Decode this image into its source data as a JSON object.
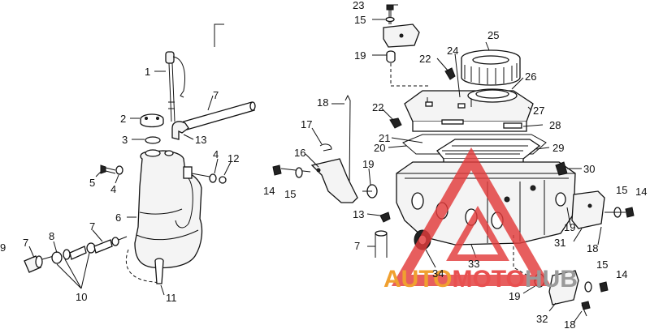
{
  "callouts": {
    "c1": "1",
    "c2": "2",
    "c3": "3",
    "c4a": "4",
    "c4b": "4",
    "c5": "5",
    "c6": "6",
    "c7a": "7",
    "c7b": "7",
    "c7c": "7",
    "c7d": "7",
    "c8": "8",
    "c9": "9",
    "c10": "10",
    "c11": "11",
    "c12": "12",
    "c13a": "13",
    "c13b": "13",
    "c14a": "14",
    "c14b": "14",
    "c14c": "14",
    "c15a": "15",
    "c15b": "15",
    "c15c": "15",
    "c15d": "15",
    "c16": "16",
    "c17": "17",
    "c18a": "18",
    "c18b": "18",
    "c18c": "18",
    "c19a": "19",
    "c19b": "19",
    "c19c": "19",
    "c19d": "19",
    "c20": "20",
    "c21": "21",
    "c22a": "22",
    "c22b": "22",
    "c23": "23",
    "c24": "24",
    "c25": "25",
    "c26": "26",
    "c27": "27",
    "c28": "28",
    "c29": "29",
    "c30": "30",
    "c31": "31",
    "c32": "32",
    "c33": "33",
    "c34": "34"
  },
  "watermark": {
    "part_auto": "AUTO",
    "part_moto": "MOTO",
    "part_hub": "HUB",
    "color_auto": "#f0a030",
    "color_moto": "#e85050",
    "color_hub": "#9a9a9a",
    "logo_color": "#e23b3b",
    "logo_icon": "triangle-logo-icon"
  }
}
